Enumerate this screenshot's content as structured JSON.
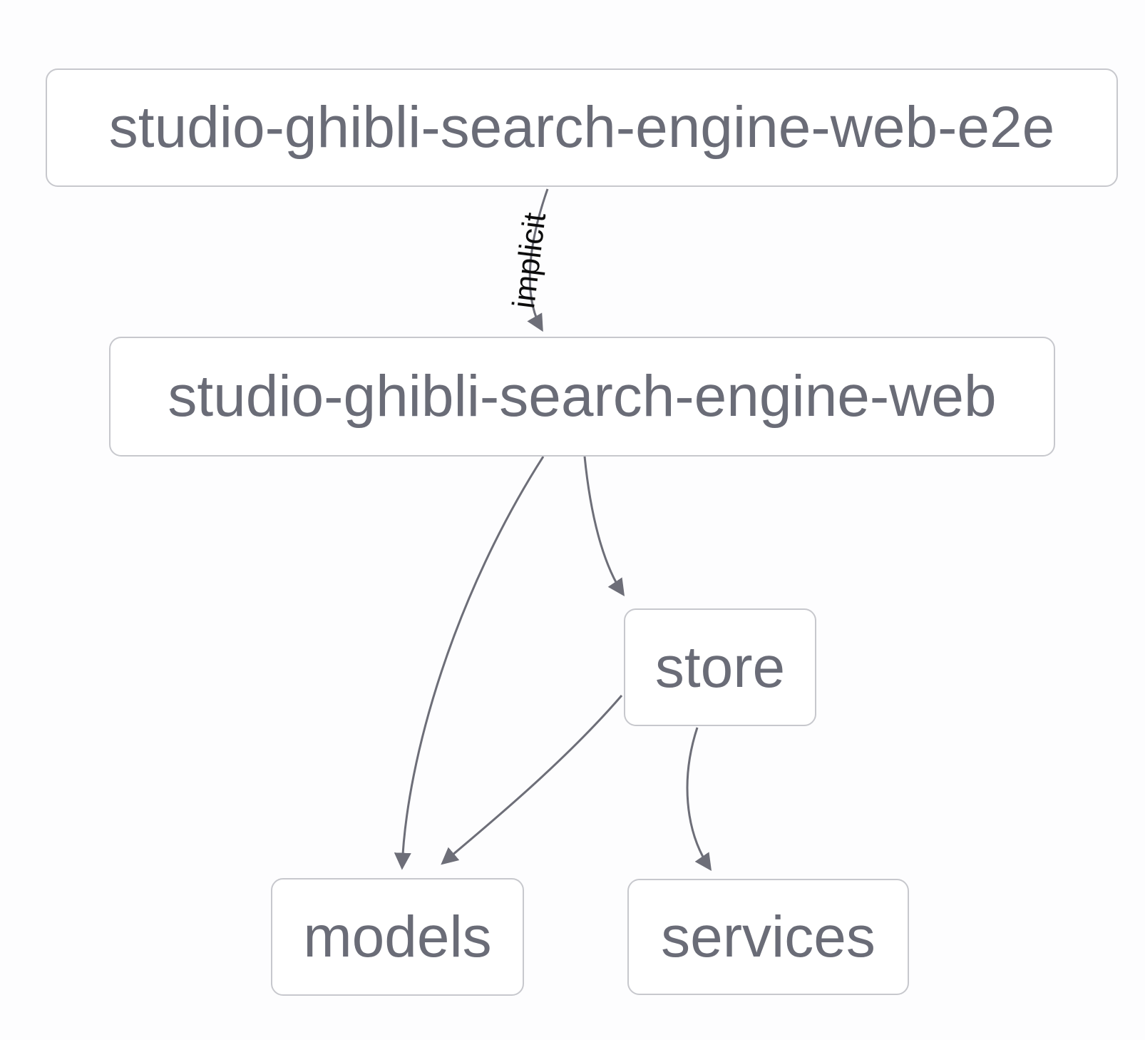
{
  "diagram": {
    "type": "dependency-graph",
    "colors": {
      "background": "#fdfdfe",
      "node_fill": "#ffffff",
      "node_border": "#c7c8cd",
      "node_text": "#6a6c77",
      "edge": "#6d6e78",
      "edge_label_text": "#0c0c0c"
    },
    "nodes": [
      {
        "id": "studio-ghibli-search-engine-web-e2e",
        "label": "studio-ghibli-search-engine-web-e2e"
      },
      {
        "id": "studio-ghibli-search-engine-web",
        "label": "studio-ghibli-search-engine-web"
      },
      {
        "id": "store",
        "label": "store"
      },
      {
        "id": "models",
        "label": "models"
      },
      {
        "id": "services",
        "label": "services"
      }
    ],
    "edges": [
      {
        "from": "studio-ghibli-search-engine-web-e2e",
        "to": "studio-ghibli-search-engine-web",
        "label": "implicit"
      },
      {
        "from": "studio-ghibli-search-engine-web",
        "to": "models",
        "label": ""
      },
      {
        "from": "studio-ghibli-search-engine-web",
        "to": "store",
        "label": ""
      },
      {
        "from": "store",
        "to": "models",
        "label": ""
      },
      {
        "from": "store",
        "to": "services",
        "label": ""
      }
    ]
  }
}
